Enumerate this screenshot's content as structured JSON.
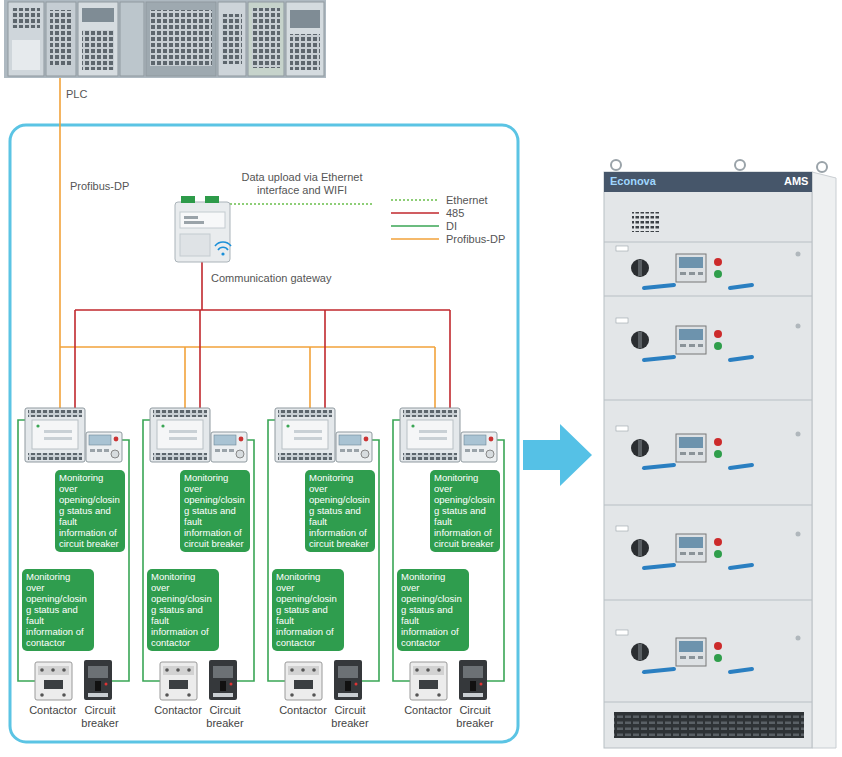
{
  "diagram": {
    "nodes": [
      {
        "text": [
          "PLC"
        ]
      },
      {
        "text": [
          "Communication gateway"
        ]
      },
      {
        "text": [
          "Monitoring over opening/closing status and fault information of circuit breaker"
        ]
      },
      {
        "text": [
          "Monitoring over opening/closing status and fault information of circuit breaker"
        ]
      },
      {
        "text": [
          "Monitoring over opening/closing status and fault information of circuit breaker"
        ]
      },
      {
        "text": [
          "Monitoring over opening/closing status and fault information of circuit breaker"
        ]
      },
      {
        "text": [
          "Monitoring over opening/closing status and fault information of contactor"
        ]
      },
      {
        "text": [
          "Monitoring over opening/closing status and fault information of contactor"
        ]
      },
      {
        "text": [
          "Monitoring over opening/closing status and fault information of contactor"
        ]
      },
      {
        "text": [
          "Monitoring over opening/closing status and fault information of contactor"
        ]
      },
      {
        "text": [
          "Contactor"
        ]
      },
      {
        "text": [
          "Circuit breaker"
        ]
      },
      {
        "text": [
          "Contactor"
        ]
      },
      {
        "text": [
          "Circuit breaker"
        ]
      },
      {
        "text": [
          "Contactor"
        ]
      },
      {
        "text": [
          "Circuit breaker"
        ]
      },
      {
        "text": [
          "Contactor"
        ]
      },
      {
        "text": [
          "Circuit breaker"
        ]
      }
    ],
    "labels": [
      "Data upload via Ethernet interface and WIFI",
      "Profibus-DP",
      "Econova",
      "AMS"
    ],
    "legend": [
      {
        "text": "Ethernet"
      },
      {
        "text": "485"
      },
      {
        "text": "DI"
      },
      {
        "text": "Profibus-DP"
      }
    ]
  }
}
